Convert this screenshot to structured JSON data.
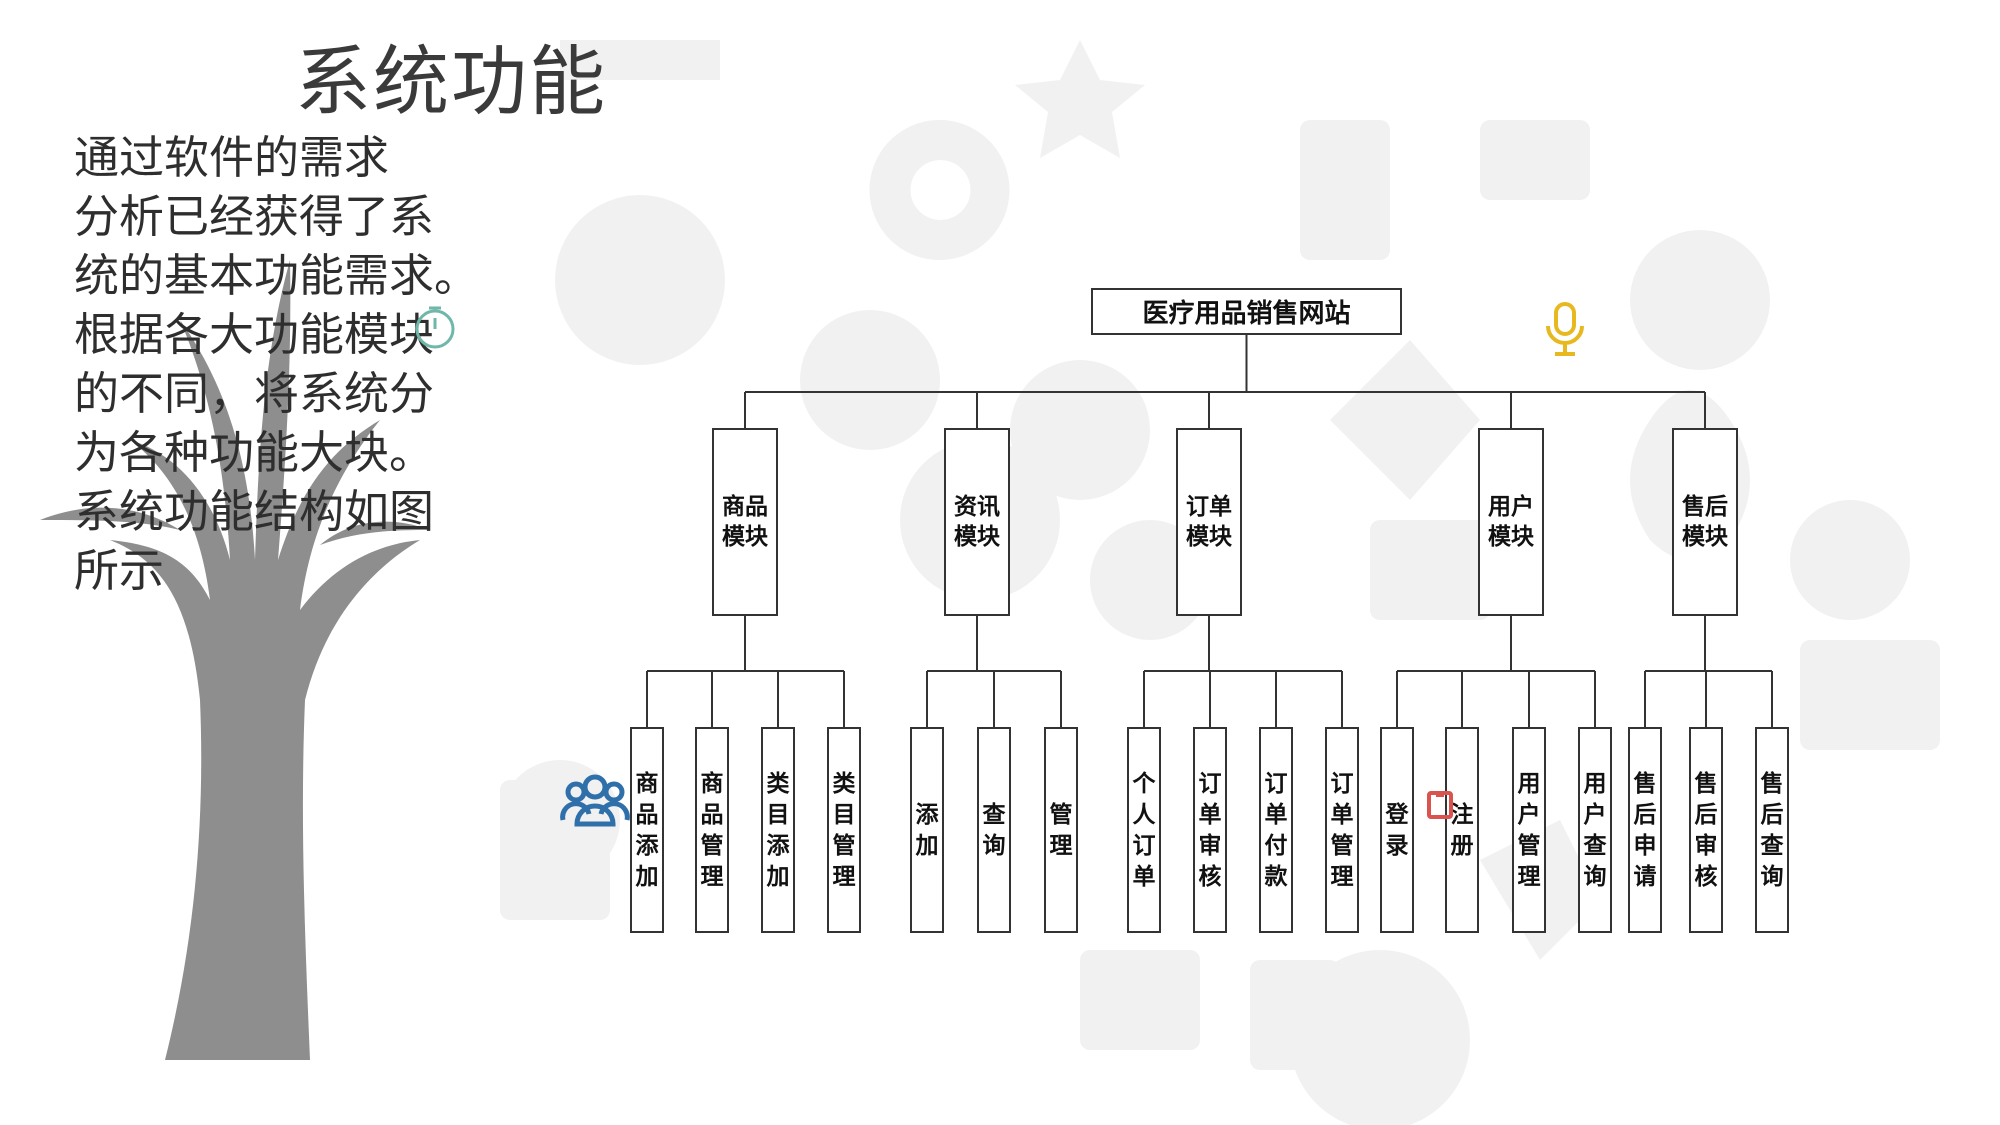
{
  "slide": {
    "title": "系统功能",
    "body_lines": [
      "通过软件的需求",
      "分析已经获得了系",
      "统的基本功能需求。",
      "根据各大功能模块",
      "的不同，将系统分",
      "为各种功能大块。",
      "系统功能结构如图",
      "所示"
    ]
  },
  "diagram": {
    "root": "医疗用品销售网站",
    "modules": [
      {
        "name": "商品模块",
        "children": [
          "商品添加",
          "商品管理",
          "类目添加",
          "类目管理"
        ]
      },
      {
        "name": "资讯模块",
        "children": [
          "添加",
          "查询",
          "管理"
        ]
      },
      {
        "name": "订单模块",
        "children": [
          "个人订单",
          "订单审核",
          "订单付款",
          "订单管理"
        ]
      },
      {
        "name": "用户模块",
        "children": [
          "登录",
          "注册",
          "用户管理",
          "用户查询"
        ]
      },
      {
        "name": "售后模块",
        "children": [
          "售后申请",
          "售后审核",
          "售后查询"
        ]
      }
    ]
  },
  "colors": {
    "line": "#333333",
    "title": "#3a3a3a",
    "tree": "#8e8e8e",
    "background_icons": "#f1f1f1",
    "microphone": "#e8b820",
    "people": "#2f6faa",
    "register_mark": "#d9534f"
  },
  "icons": [
    "microphone-icon",
    "people-icon",
    "register-mark-icon",
    "timer-icon"
  ]
}
